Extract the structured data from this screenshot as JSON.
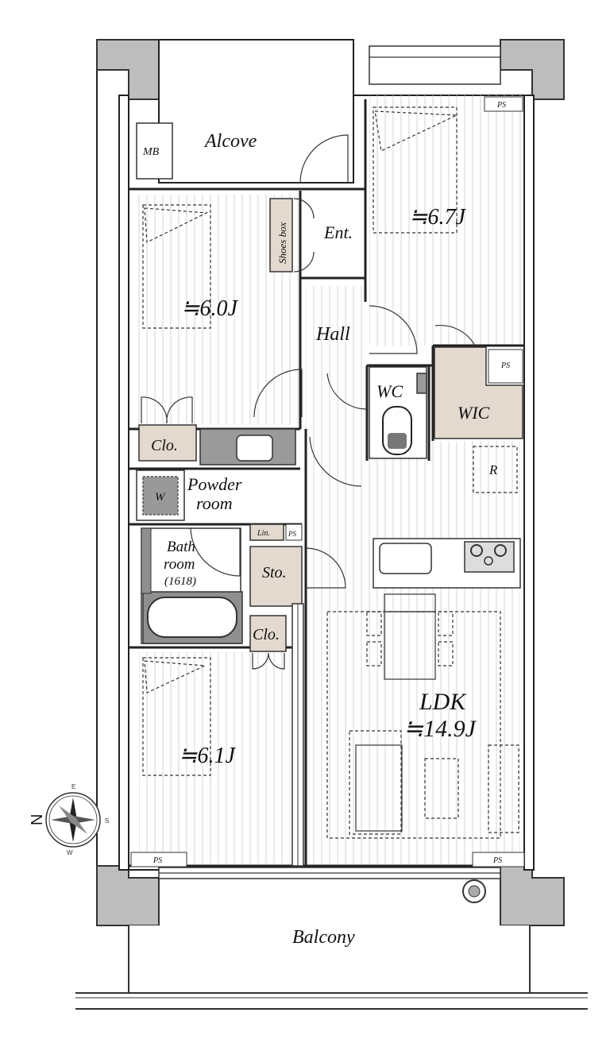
{
  "rooms": {
    "alcove": "Alcove",
    "mb": "MB",
    "shoes_box": "Shoes box",
    "entrance": "Ent.",
    "bedroom_north_left": "≒6.0J",
    "bedroom_north_right": "≒6.7J",
    "hall": "Hall",
    "wc": "WC",
    "wic": "WIC",
    "ps": "PS",
    "closet": "Clo.",
    "washer": "W",
    "powder_room_line1": "Powder",
    "powder_room_line2": "room",
    "linen": "Lin.",
    "bath_line1": "Bath",
    "bath_line2": "room",
    "bath_size": "(1618)",
    "storage": "Sto.",
    "refrigerator": "R",
    "ldk_name": "LDK",
    "ldk_size": "≒14.9J",
    "bedroom_south": "≒6.1J",
    "balcony": "Balcony"
  },
  "compass": {
    "north": "N",
    "east": "E",
    "south": "S",
    "west": "W"
  }
}
